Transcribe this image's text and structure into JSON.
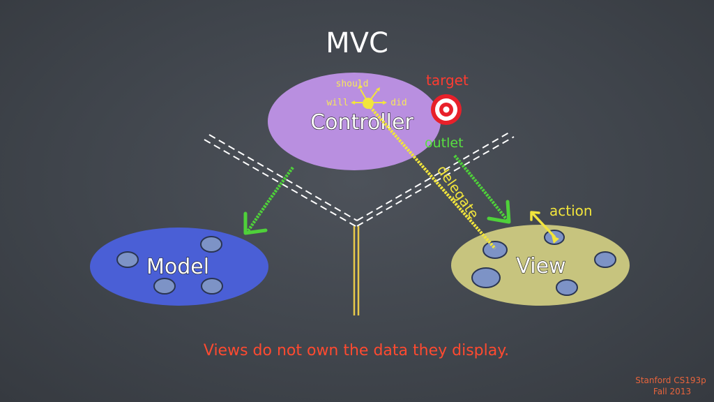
{
  "title": "MVC",
  "controller": {
    "label": "Controller",
    "color": "#b98fe0",
    "delegate_words": {
      "should": "should",
      "will": "will",
      "did": "did"
    }
  },
  "model": {
    "label": "Model",
    "color": "#4a5fd6"
  },
  "view": {
    "label": "View",
    "color": "#c7c47e"
  },
  "arrows": {
    "target": "target",
    "outlet": "outlet",
    "delegate": "delegate",
    "action": "action"
  },
  "caption": "Views do not own the data they display.",
  "credit": {
    "line1": "Stanford CS193p",
    "line2": "Fall 2013"
  },
  "colors": {
    "green_arrow": "#4fd13a",
    "yellow_arrow": "#f2e53c",
    "target_red": "#e8202a",
    "bubble_fill": "#7d93c6",
    "bubble_stroke": "#2a3552"
  },
  "icons": [
    "target-icon"
  ]
}
